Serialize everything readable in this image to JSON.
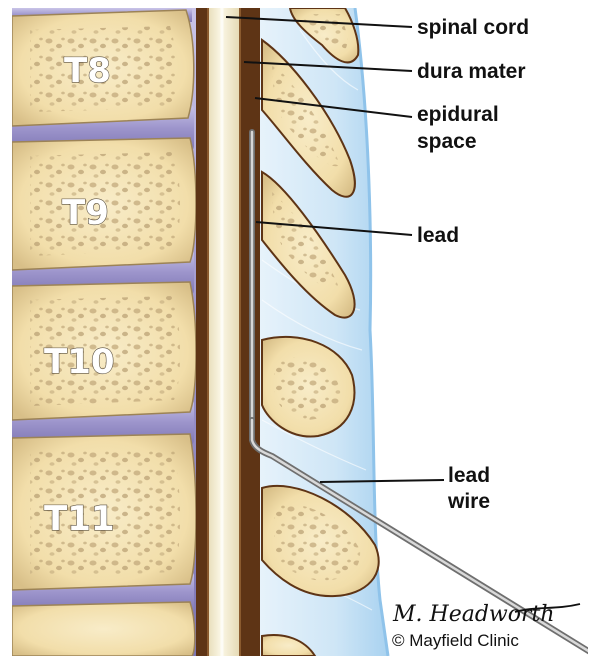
{
  "vertebrae": [
    {
      "label": "T8"
    },
    {
      "label": "T9"
    },
    {
      "label": "T10"
    },
    {
      "label": "T11"
    }
  ],
  "callouts": {
    "spinal_cord": "spinal cord",
    "dura_mater": "dura mater",
    "epidural_line1": "epidural",
    "epidural_line2": "space",
    "lead": "lead",
    "lead_wire_line1": "lead",
    "lead_wire_line2": "wire"
  },
  "signature": "M. Headworth",
  "credit": "© Mayfield Clinic",
  "colors": {
    "bone": "#f4e4b6",
    "bone_shadow": "#cdb27d",
    "bone_spot": "#b9a075",
    "disc": "#9b93c9",
    "disc_light": "#c4bfe4",
    "epidural_brown": "#5e3415",
    "cord": "#f6f1dc",
    "soft_tissue": "#cfe6f6",
    "soft_tissue_edge": "#a8d0ef",
    "lead_gray": "#9a9a9a"
  }
}
